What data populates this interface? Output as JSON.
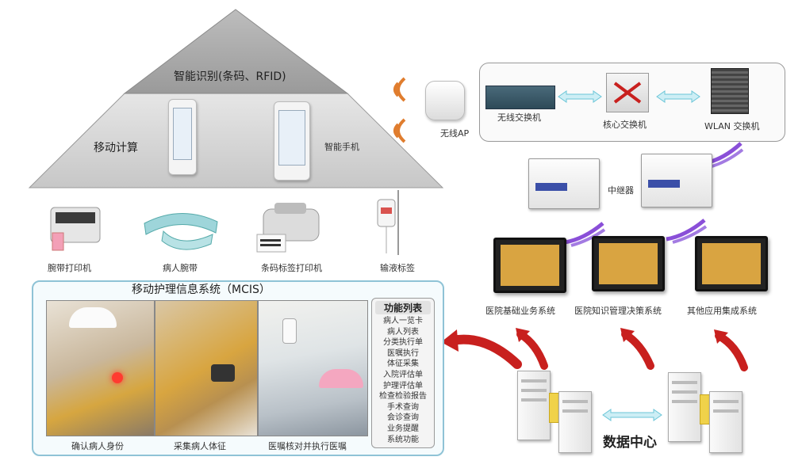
{
  "pyramid": {
    "top_label": "智能识别(条码、RFID)",
    "mid_label": "移动计算",
    "phone_label": "智能手机"
  },
  "devices": {
    "wristband_printer": "腕带打印机",
    "wristband": "病人腕带",
    "barcode_printer": "条码标签打印机",
    "infusion_label": "输液标签"
  },
  "network": {
    "wireless_ap": "无线AP",
    "wireless_switch": "无线交换机",
    "core_switch": "核心交换机",
    "wlan_switch": "WLAN 交换机",
    "repeater": "中继器"
  },
  "systems": [
    {
      "label": "医院基础业务系统"
    },
    {
      "label": "医院知识管理决策系统"
    },
    {
      "label": "其他应用集成系统"
    }
  ],
  "data_center": "数据中心",
  "mcis": {
    "title": "移动护理信息系统（MCIS）",
    "photos": [
      {
        "caption": "确认病人身份"
      },
      {
        "caption": "采集病人体征"
      },
      {
        "caption": "医嘱核对并执行医嘱"
      }
    ],
    "feature_title": "功能列表",
    "features": [
      "病人一览卡",
      "病人列表",
      "分类执行单",
      "医嘱执行",
      "体征采集",
      "入院评估单",
      "护理评估单",
      "检查检验报告",
      "手术查询",
      "会诊查询",
      "业务提醒",
      "系统功能"
    ]
  },
  "colors": {
    "pyramid_top": "#a9a9a9",
    "pyramid_bottom": "#d4d4d4",
    "arrow_red": "#c8201e",
    "arrow_cyan": "#6cc6d8",
    "cable_purple": "#8a4fd8",
    "mcis_border": "#8fc3d6"
  }
}
